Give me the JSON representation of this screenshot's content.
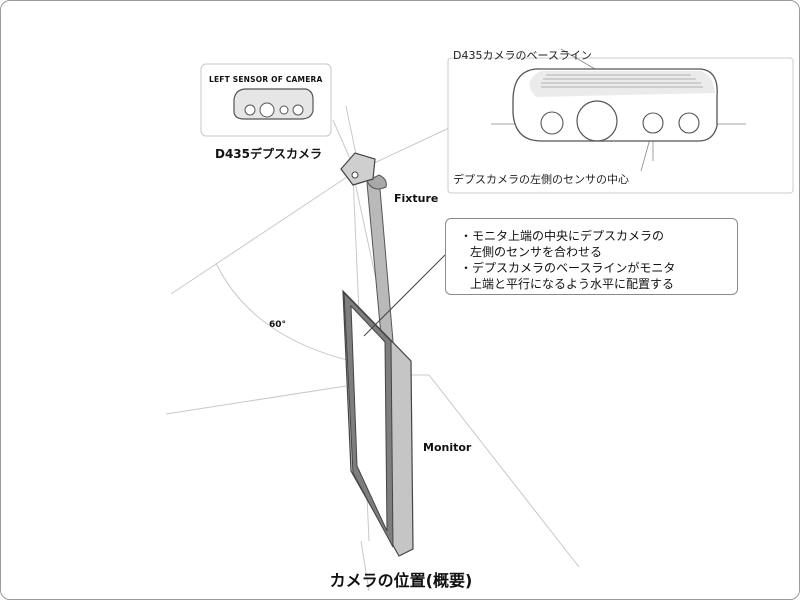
{
  "camera_inset": {
    "label": "LEFT SENSOR OF CAMERA"
  },
  "camera_name": "D435デプスカメラ",
  "fixture_label": "Fixture",
  "angle_label": "60°",
  "monitor_label": "Monitor",
  "detail_inset": {
    "baseline_label": "D435カメラのベースライン",
    "sensor_center_label": "デプスカメラの左側のセンサの中心"
  },
  "note": {
    "line1a": "・モニタ上端の中央にデプスカメラの",
    "line1b": "左側のセンサを合わせる",
    "line2a": "・デプスカメラのベースラインがモニタ",
    "line2b": "上端と平行になるよう水平に配置する"
  },
  "caption": "カメラの位置(概要)"
}
